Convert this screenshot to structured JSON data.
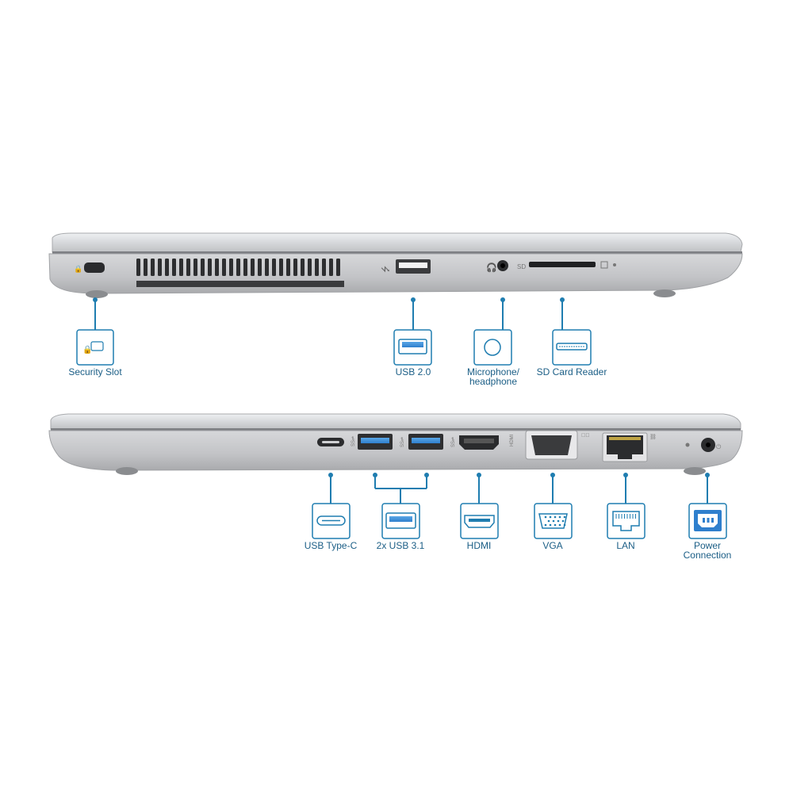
{
  "colors": {
    "accent": "#1f7db0",
    "label_text": "#1b5e86",
    "port_blue": "#3a8fd8",
    "chassis": "#c9cacc"
  },
  "left_side": {
    "port_marks": {
      "usb_symbol": "⭍",
      "sd_mark": "SD"
    },
    "callouts": [
      {
        "id": "security-slot",
        "label": "Security Slot",
        "icon": "lock-slot-icon"
      },
      {
        "id": "usb-2",
        "label": "USB 2.0",
        "icon": "usb-a-icon"
      },
      {
        "id": "mic-headphone",
        "label": "Microphone/",
        "label2": "headphone",
        "icon": "audio-jack-icon"
      },
      {
        "id": "sd-card-reader",
        "label": "SD Card Reader",
        "icon": "sd-slot-icon"
      }
    ]
  },
  "right_side": {
    "callouts": [
      {
        "id": "usb-type-c",
        "label": "USB Type-C",
        "icon": "usb-c-icon"
      },
      {
        "id": "usb-3-1",
        "label": "2x USB 3.1",
        "icon": "usb-a-blue-icon"
      },
      {
        "id": "hdmi",
        "label": "HDMI",
        "icon": "hdmi-icon"
      },
      {
        "id": "vga",
        "label": "VGA",
        "icon": "vga-icon"
      },
      {
        "id": "lan",
        "label": "LAN",
        "icon": "ethernet-icon"
      },
      {
        "id": "power",
        "label": "Power",
        "label2": "Connection",
        "icon": "power-plug-icon"
      }
    ]
  }
}
